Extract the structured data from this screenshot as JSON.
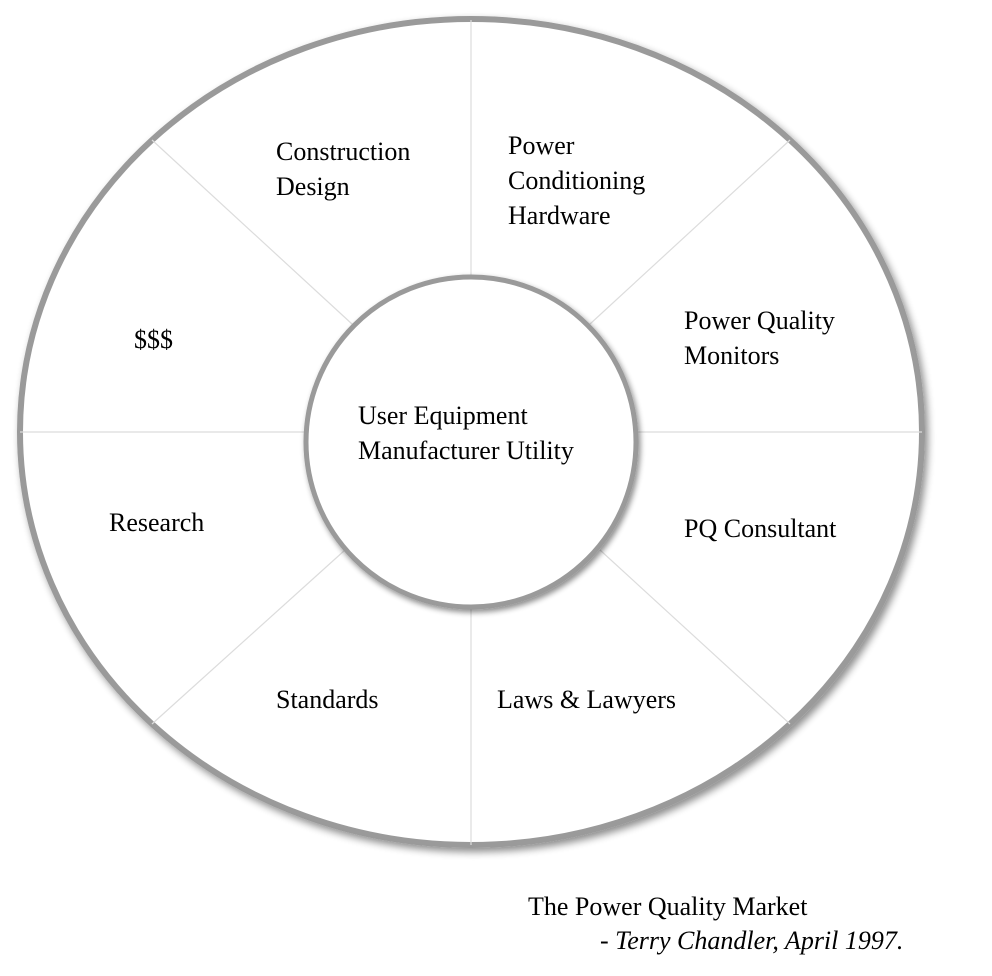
{
  "diagram": {
    "center_text": "User Equipment\nManufacturer Utility",
    "segments": [
      {
        "label": "Construction\nDesign"
      },
      {
        "label": "Power\nConditioning\nHardware"
      },
      {
        "label": "Power Quality\nMonitors"
      },
      {
        "label": "PQ Consultant"
      },
      {
        "label": "Laws & Lawyers"
      },
      {
        "label": "Standards"
      },
      {
        "label": "Research"
      },
      {
        "label": "$$$"
      }
    ]
  },
  "caption": {
    "title": "The Power Quality Market",
    "dash": "- ",
    "attribution": "Terry Chandler, April 1997."
  },
  "colors": {
    "ring_stroke": "#9a9a9a",
    "divider": "#dcdcdc",
    "fill": "#ffffff",
    "text": "#000000"
  }
}
